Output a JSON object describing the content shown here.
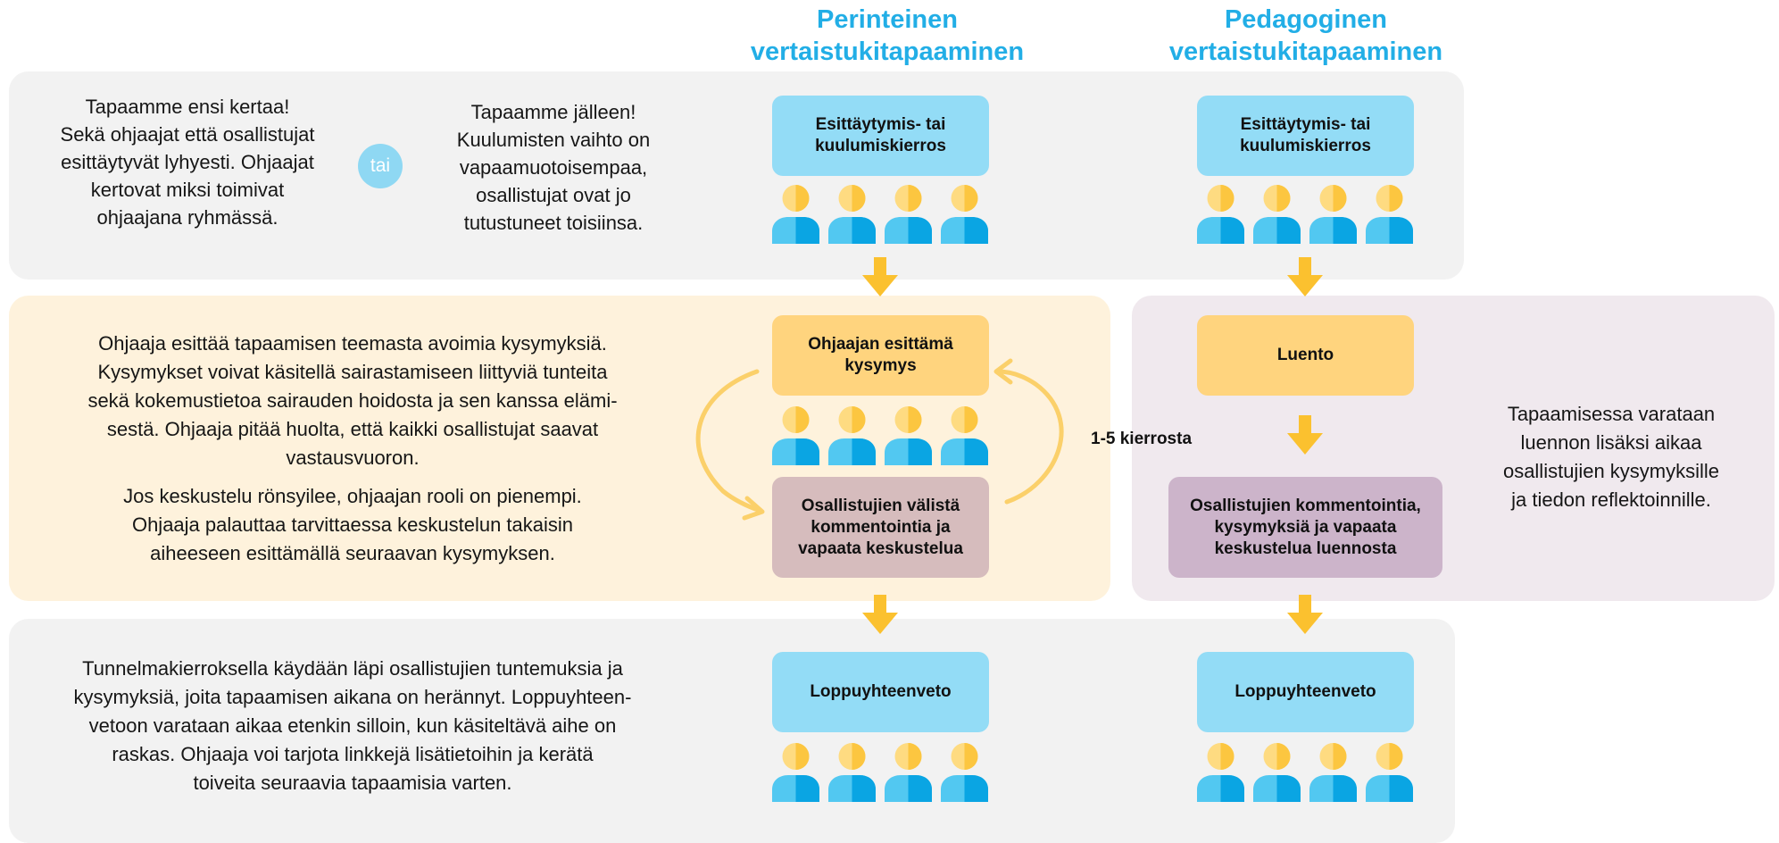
{
  "headers": {
    "traditional": [
      "Perinteinen",
      "vertaistukitapaaminen"
    ],
    "pedagogical": [
      "Pedagoginen",
      "vertaistukitapaaminen"
    ]
  },
  "row1": {
    "first_time": [
      "Tapaamme ensi kertaa!",
      "Sekä ohjaajat että osallistujat",
      "esittäytyvät lyhyesti. Ohjaajat",
      "kertovat miksi toimivat",
      "ohjaajana ryhmässä."
    ],
    "or_badge": "tai",
    "again": [
      "Tapaamme jälleen!",
      "Kuulumisten vaihto on",
      "vapaamuotoisempaa,",
      "osallistujat ovat jo",
      "tutustuneet toisiinsa."
    ],
    "traditional_box": [
      "Esittäytymis- tai",
      "kuulumiskierros"
    ],
    "pedagogical_box": [
      "Esittäytymis- tai",
      "kuulumiskierros"
    ]
  },
  "row2": {
    "description_1": [
      "Ohjaaja esittää tapaamisen teemasta avoimia kysymyksiä.",
      "Kysymykset voivat käsitellä sairastamiseen liittyviä tunteita",
      "sekä kokemustietoa sairauden hoidosta ja sen kanssa elämi-",
      "sestä. Ohjaaja pitää huolta, että kaikki osallistujat saavat",
      "vastausvuoron."
    ],
    "description_2": [
      "Jos keskustelu rönsyilee, ohjaajan rooli on pienempi.",
      "Ohjaaja palauttaa tarvittaessa keskustelun takaisin",
      "aiheeseen esittämällä seuraavan kysymyksen."
    ],
    "question_box": [
      "Ohjaajan esittämä",
      "kysymys"
    ],
    "discussion_box": [
      "Osallistujien välistä",
      "kommentointia ja",
      "vapaata keskustelua"
    ],
    "rounds_label": "1-5 kierrosta",
    "lecture_box": "Luento",
    "lecture_comments_box": [
      "Osallistujien kommentointia,",
      "kysymyksiä ja vapaata",
      "keskustelua luennosta"
    ],
    "pedagogical_note": [
      "Tapaamisessa varataan",
      "luennon lisäksi aikaa",
      "osallistujien kysymyksille",
      "ja tiedon reflektoinnille."
    ]
  },
  "row3": {
    "description": [
      "Tunnelmakierroksella käydään läpi osallistujien tuntemuksia ja",
      "kysymyksiä, joita tapaamisen aikana on herännyt. Loppuyhteen-",
      "vetoon varataan aikaa etenkin  silloin, kun käsiteltävä aihe on",
      "raskas. Ohjaaja  voi tarjota linkkejä lisätietoihin ja kerätä",
      "toiveita seuraavia tapaamisia varten."
    ],
    "traditional_box": "Loppuyhteenveto",
    "pedagogical_box": "Loppuyhteenveto"
  },
  "colors": {
    "header_blue": "#22aee6",
    "box_blue": "#93dcf6",
    "box_orange": "#ffd47e",
    "box_rose": "#d6bcbd",
    "box_mauve": "#ccb4ca",
    "panel_grey": "#f2f2f2",
    "panel_cream": "#fef2dc",
    "panel_mauve": "#f0e9ee",
    "arrow_yellow": "#fbc12f",
    "person_skin_light": "#fedb81",
    "person_skin_dark": "#fcc640",
    "person_body_light": "#52c8f1",
    "person_body_dark": "#0aa5e3"
  }
}
